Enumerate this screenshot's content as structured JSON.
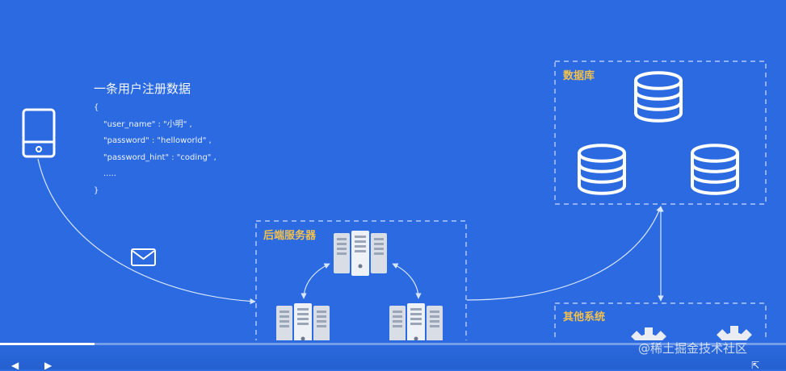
{
  "registration": {
    "title": "一条用户注册数据",
    "json_lines": [
      "{",
      "\"user_name\" :  \"小明\" ,",
      "\"password\" :  \"helloworld\" ,",
      "\"password_hint\" :  \"coding\" ,",
      ".....",
      "}"
    ]
  },
  "boxes": {
    "database": "数据库",
    "backend": "后端服务器",
    "other_systems": "其他系统"
  },
  "player": {
    "progress": 0.12,
    "watermark": "@稀土掘金技术社区"
  },
  "icons": [
    "phone-icon",
    "mail-icon",
    "server-icon",
    "database-icon",
    "gear-icon",
    "play-icon",
    "fullscreen-icon"
  ],
  "colors": {
    "background": "#2b6ae0",
    "box_title": "#f2c14e",
    "line": "#d9e6ff"
  }
}
